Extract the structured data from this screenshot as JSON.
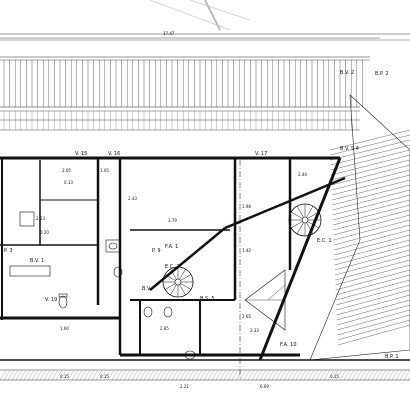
{
  "plan": {
    "top_dimension": "17.47",
    "labels": {
      "bv2": "B.V. 2",
      "bp2": "B.P. 2",
      "bvs": "B.V. S 4",
      "bv1": "B.V. 1",
      "bv_mid": "B.V.",
      "bs5": "B.S. 5",
      "bp1": "B.P. 1",
      "fa1": "F.A. 1",
      "fa10": "F.A. 10",
      "ec1": "E.C. 1",
      "ec2": "E.C. 2",
      "v15": "V. 15",
      "v16": "V. 16",
      "v17": "V. 17",
      "v19": "V. 19",
      "p3": "P. 3",
      "p9": "P. 9"
    },
    "dims": [
      "0.13",
      "2.05",
      "1.05",
      "3.79",
      "2.44",
      "1.98",
      "2.43",
      "1.42",
      "0.20",
      "2.65",
      "1.60",
      "2.85",
      "2.33",
      "2.53",
      "0.15",
      "0.15",
      "2.21",
      "6.69",
      "0.15"
    ]
  }
}
